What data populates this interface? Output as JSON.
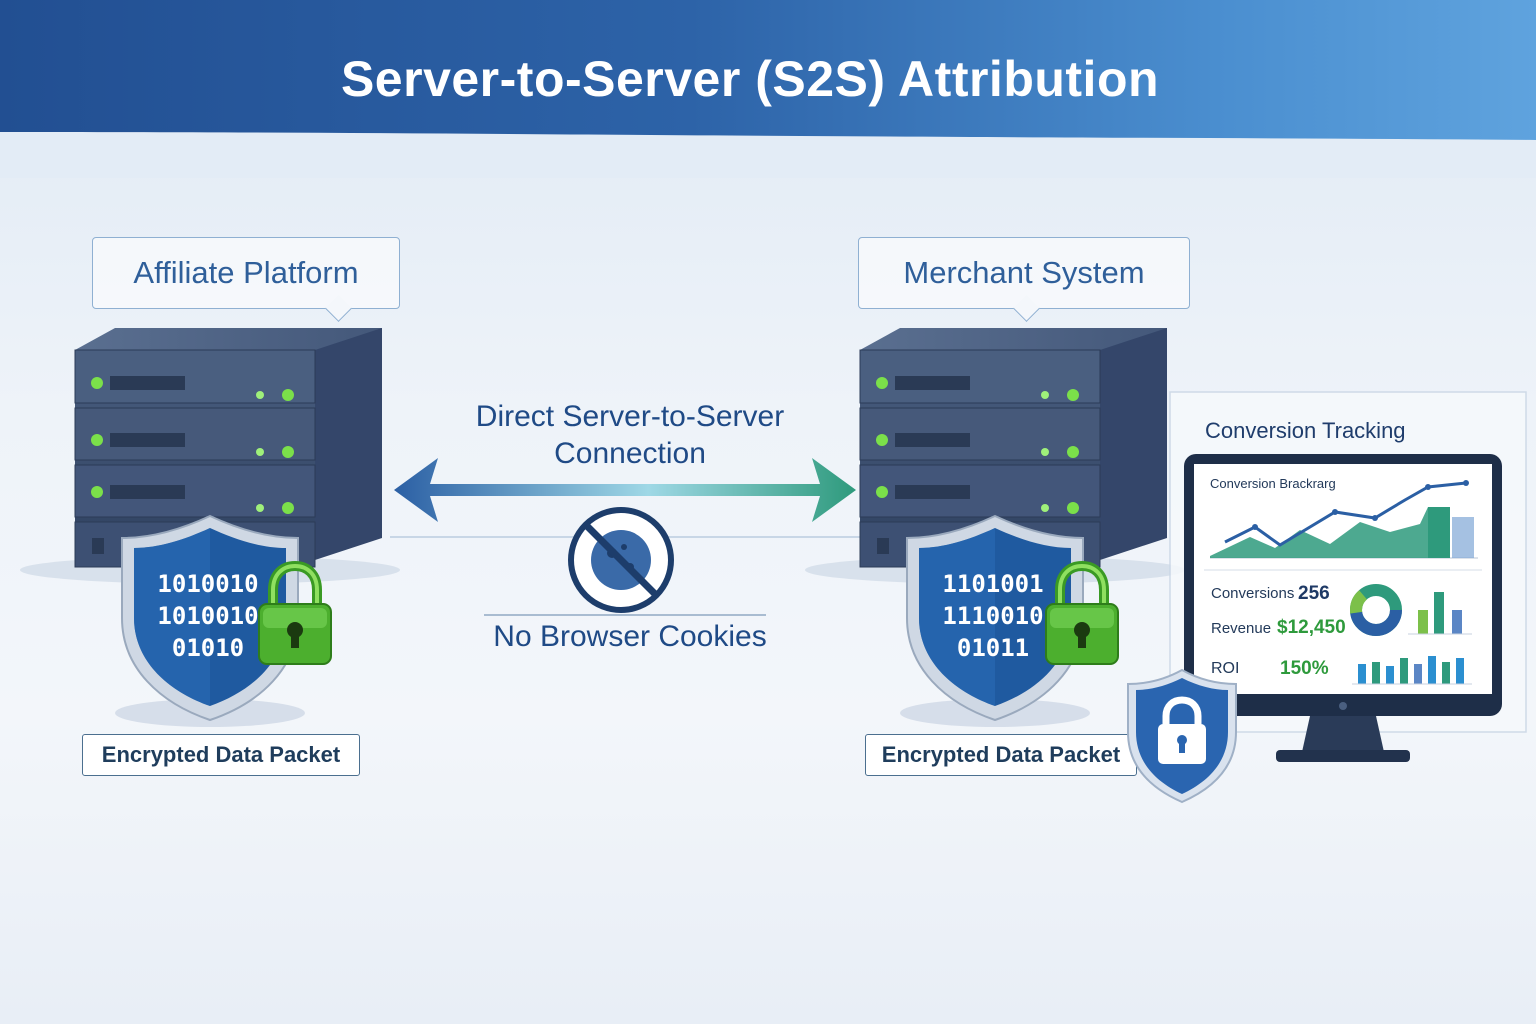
{
  "title": "Server-to-Server (S2S) Attribution",
  "left": {
    "label": "Affiliate Platform",
    "binary": [
      "1010010",
      "1010010",
      "01010"
    ],
    "packet_label": "Encrypted Data Packet"
  },
  "right": {
    "label": "Merchant System",
    "binary": [
      "1101001",
      "1110010",
      "01011"
    ],
    "packet_label": "Encrypted Data Packet"
  },
  "connection": {
    "label_line1": "Direct Server-to-Server",
    "label_line2": "Connection",
    "no_cookies_label": "No Browser Cookies"
  },
  "tracking": {
    "panel_title": "Conversion Tracking",
    "screen_title": "Conversion Brackrarg",
    "metrics": [
      {
        "label": "Conversions",
        "value": "256"
      },
      {
        "label": "Revenue",
        "value": "$12,450"
      },
      {
        "label": "ROI",
        "value": "150%"
      }
    ]
  },
  "icons": [
    "server-icon",
    "shield-icon",
    "padlock-icon",
    "no-cookie-icon",
    "double-arrow-icon",
    "monitor-icon"
  ],
  "colors": {
    "header": "#2d63a8",
    "server": "#3c5070",
    "led": "#7be04a",
    "shield": "#1f5aa0",
    "lock": "#4caf2e",
    "arrow_start": "#2b5fa4",
    "arrow_end": "#2e9a7c"
  }
}
